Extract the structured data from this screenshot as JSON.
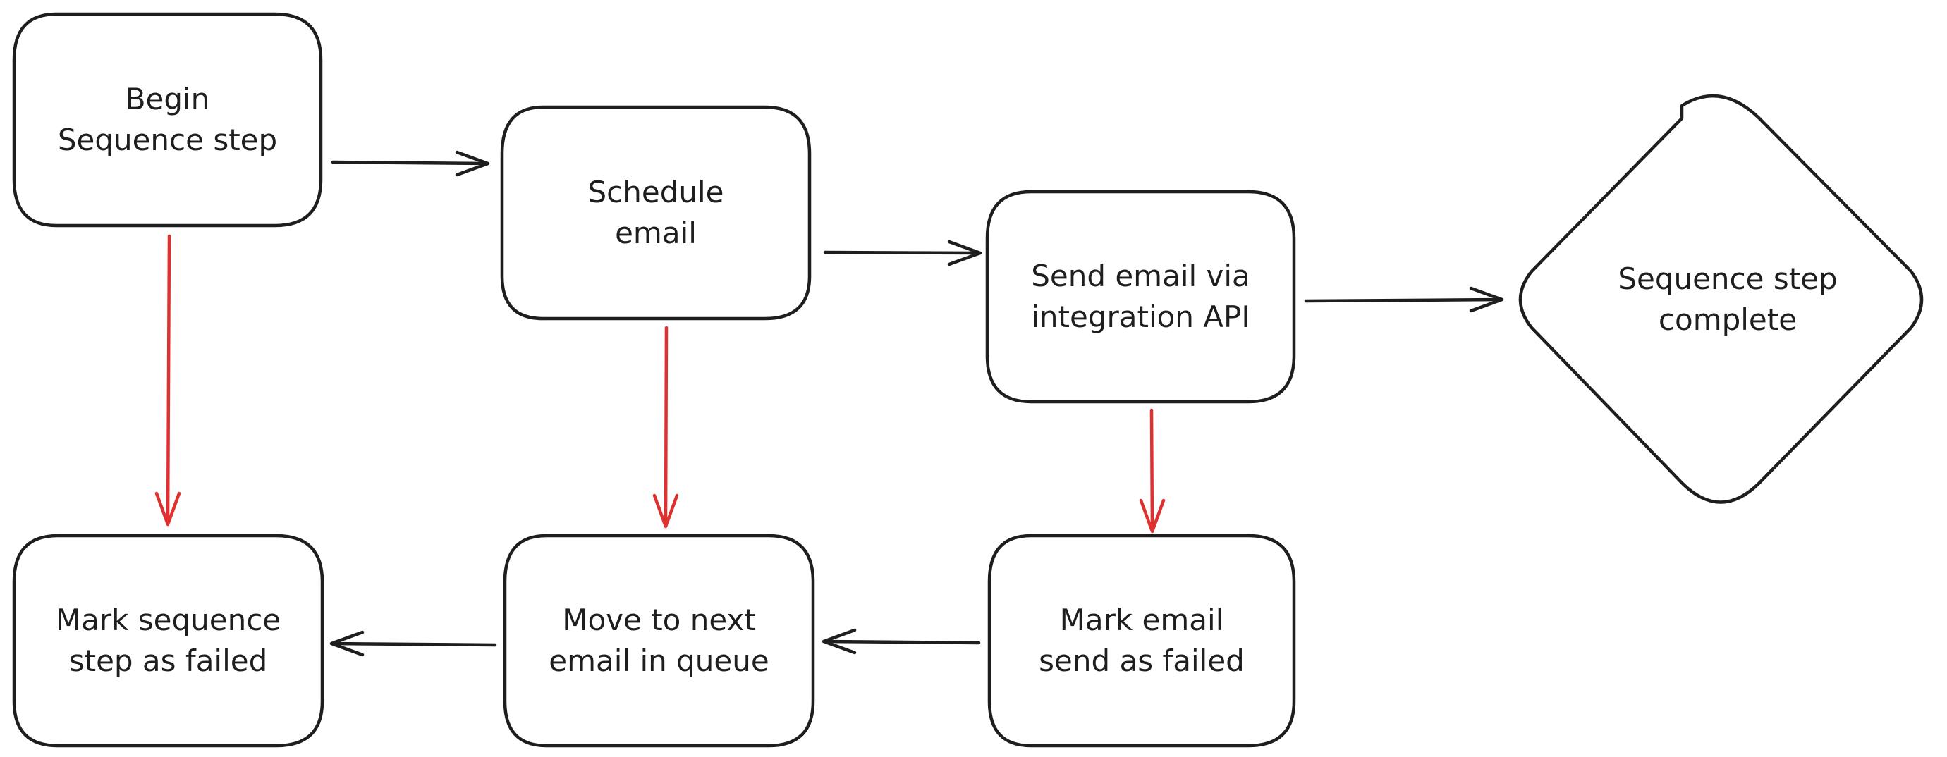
{
  "colors": {
    "stroke": "#1e1e1e",
    "failure_arrow": "#e03131",
    "background": "#ffffff"
  },
  "nodes": {
    "begin": {
      "label": "Begin\nSequence step",
      "shape": "rounded-rectangle"
    },
    "schedule": {
      "label": "Schedule\nemail",
      "shape": "rounded-rectangle"
    },
    "send": {
      "label": "Send email via\nintegration API",
      "shape": "rounded-rectangle"
    },
    "complete": {
      "label": "Sequence step\ncomplete",
      "shape": "diamond"
    },
    "mark_step_failed": {
      "label": "Mark sequence\nstep as failed",
      "shape": "rounded-rectangle"
    },
    "move_next": {
      "label": "Move to next\nemail in queue",
      "shape": "rounded-rectangle"
    },
    "mark_send_failed": {
      "label": "Mark email\nsend as failed",
      "shape": "rounded-rectangle"
    }
  },
  "edges": [
    {
      "from": "begin",
      "to": "schedule",
      "kind": "success"
    },
    {
      "from": "schedule",
      "to": "send",
      "kind": "success"
    },
    {
      "from": "send",
      "to": "complete",
      "kind": "success"
    },
    {
      "from": "begin",
      "to": "mark_step_failed",
      "kind": "failure"
    },
    {
      "from": "schedule",
      "to": "move_next",
      "kind": "failure"
    },
    {
      "from": "send",
      "to": "mark_send_failed",
      "kind": "failure"
    },
    {
      "from": "mark_send_failed",
      "to": "move_next",
      "kind": "flow"
    },
    {
      "from": "move_next",
      "to": "mark_step_failed",
      "kind": "flow"
    }
  ]
}
